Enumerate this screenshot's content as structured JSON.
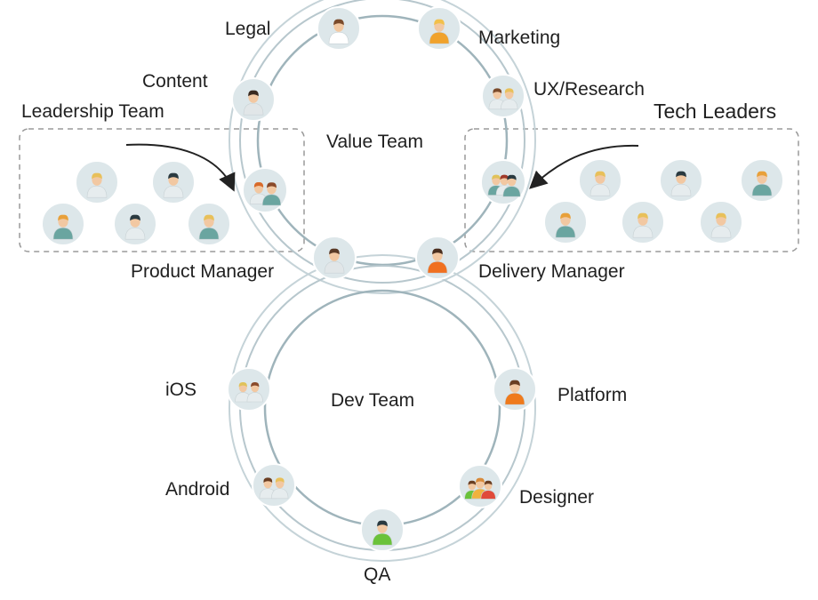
{
  "value_team": {
    "title": "Value Team",
    "members": [
      {
        "label": "Legal",
        "icon": "person-white-shirt-icon",
        "shirt": "#ffffff",
        "hair": "#7a4a2a"
      },
      {
        "label": "Marketing",
        "icon": "person-orange-shirt-icon",
        "shirt": "#f0a22c",
        "hair": "#f2c04a"
      },
      {
        "label": "UX/Research",
        "icon": "people-pair-icon",
        "shirt": "#e6ecee",
        "hair": "#7a4a2a"
      },
      {
        "label": "Content",
        "icon": "person-grey-shirt-icon",
        "shirt": "#e1e6e8",
        "hair": "#3a2a20"
      }
    ]
  },
  "dev_team": {
    "title": "Dev Team",
    "members": [
      {
        "label": "iOS",
        "icon": "people-group-icon",
        "shirt": "#e6ecee",
        "hair": "#e0c25a"
      },
      {
        "label": "Platform",
        "icon": "person-orange-shirt-icon",
        "shirt": "#ef7a1c",
        "hair": "#6a3e22"
      },
      {
        "label": "Android",
        "icon": "people-pair-icon",
        "shirt": "#e6ecee",
        "hair": "#6a3e22"
      },
      {
        "label": "Designer",
        "icon": "people-group-icon",
        "shirt": "#f0b23c",
        "hair": "#d88a3a"
      },
      {
        "label": "QA",
        "icon": "person-green-shirt-icon",
        "shirt": "#6ac23a",
        "hair": "#2a3a40"
      }
    ]
  },
  "bridge": {
    "product_manager": "Product Manager",
    "delivery_manager": "Delivery Manager"
  },
  "leadership_team": {
    "title": "Leadership Team",
    "member_count": 6
  },
  "tech_leaders": {
    "title": "Tech Leaders",
    "member_count": 7
  },
  "colors": {
    "ring": "#c5d3d8",
    "ring_inner": "#9fb4bb",
    "avatar_bg": "#dde7ea",
    "skin": "#f2c8a2",
    "dashed_border": "#9a9a9a",
    "arrow": "#222222"
  }
}
